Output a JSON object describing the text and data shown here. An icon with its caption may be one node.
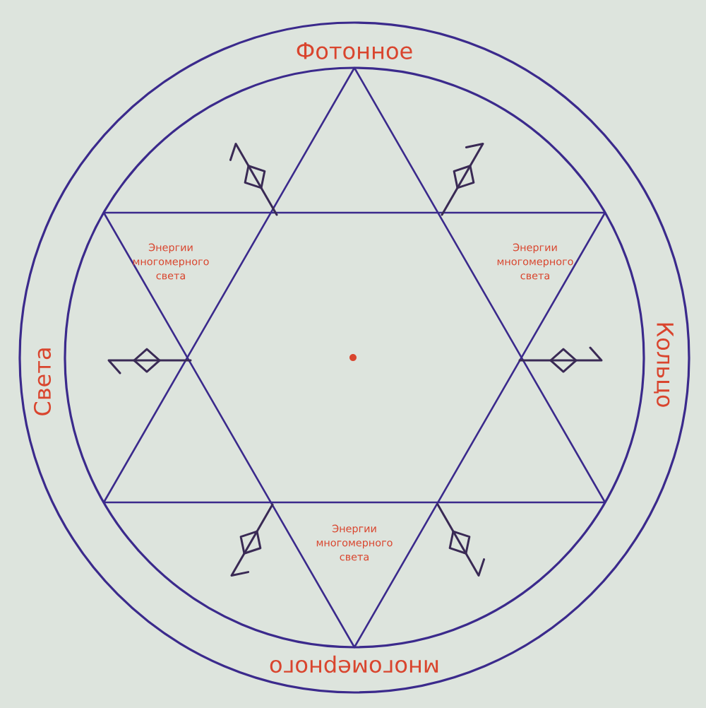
{
  "diagram": {
    "labels": [
      "Фотонное",
      "Кольцо",
      "многомерного",
      "Света",
      "Энергии многомерного света",
      "Энергии многомерного света",
      "Энергии многомерного света"
    ]
  }
}
